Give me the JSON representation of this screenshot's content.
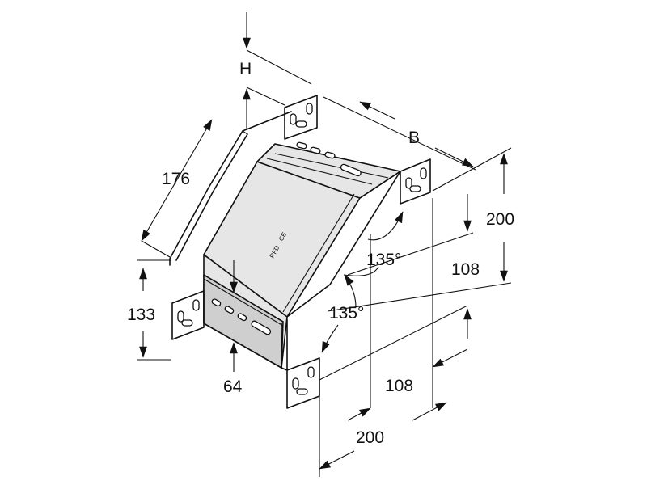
{
  "dimensions": {
    "height_symbol": "H",
    "width_symbol": "B",
    "slope_length": "176",
    "side_height": "133",
    "base_depth": "64",
    "angle_upper": "135°",
    "angle_lower": "135°",
    "right_height": "200",
    "right_inner": "108",
    "bottom_inner": "108",
    "bottom_width": "200"
  },
  "marking": {
    "brand": "RFD",
    "ce": "CE"
  },
  "colors": {
    "line": "#111111",
    "panel_fill": "#e6e6e6",
    "background": "#ffffff"
  }
}
